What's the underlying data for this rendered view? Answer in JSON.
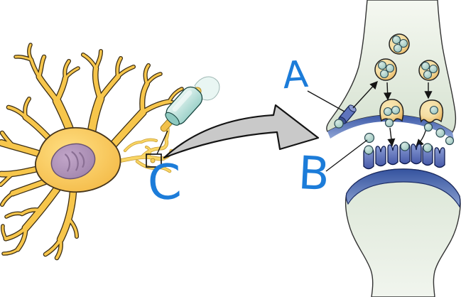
{
  "labels": {
    "a": "A",
    "b": "B",
    "c": "C"
  },
  "colors": {
    "label_ink": "#1c7cd9",
    "neuron_fill": "#f7c64b",
    "neuron_outline": "#3d2f15",
    "nucleus_fill": "#b499bc",
    "axon_pale": "#f9d564",
    "electrode_teal": "#bfe3dd",
    "electrode_tip_yellow": "#f2c14b",
    "magnify_arrow_fill": "#c9c9c9",
    "outline_black": "#141414",
    "terminal_fill": "#e3ecdf",
    "membrane_blue": "#4a66b2",
    "vesicle_fill": "#f6dfa8",
    "vesicle_shade": "#eab45a",
    "neurotransmitter_fill": "#aecfc9",
    "receptor_fill": "#5f74bd",
    "postsynaptic_fill": "#f1f5ee"
  }
}
